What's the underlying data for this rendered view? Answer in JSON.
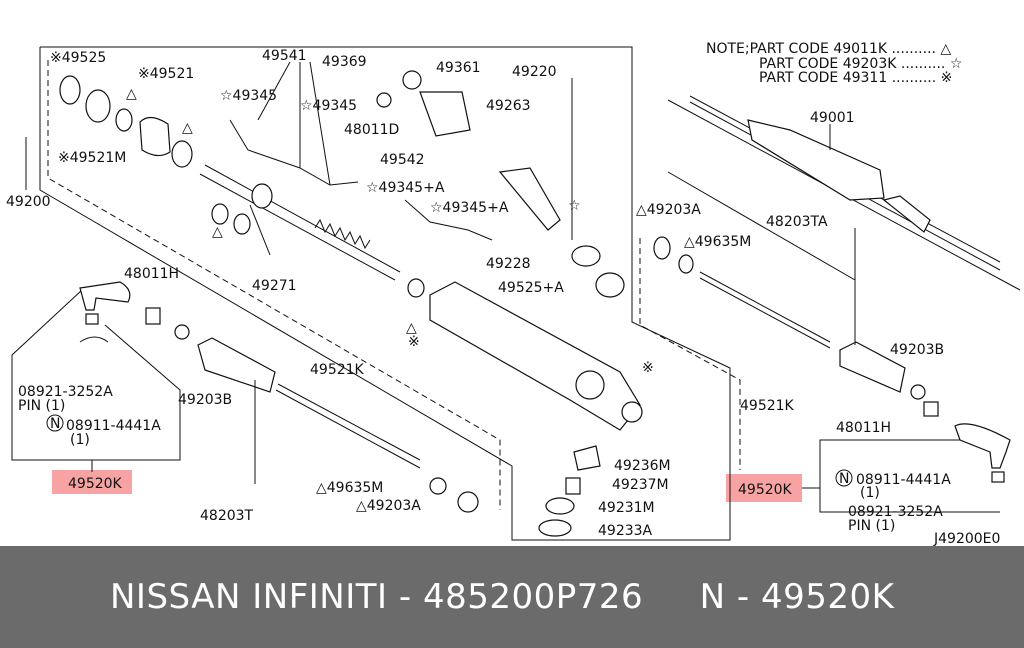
{
  "note": {
    "line1": "NOTE;PART CODE 49011K .......... △",
    "line2": "PART CODE 49203K .......... ☆",
    "line3": "PART CODE 49311 .......... ※"
  },
  "labels": {
    "l49525": "※49525",
    "l49521": "※49521",
    "l49521m": "※49521M",
    "l49200": "49200",
    "l49541": "49541",
    "l49345a": "☆49345",
    "l49345b": "☆49345",
    "l49369": "49369",
    "l48011d": "48011D",
    "l49361": "49361",
    "l49220": "49220",
    "l49263": "49263",
    "l49542": "49542",
    "l49345pa1": "☆49345+A",
    "l49345pa2": "☆49345+A",
    "l49228": "49228",
    "l49525pa": "49525+A",
    "l49271": "49271",
    "l48011h_l": "48011H",
    "l08921_l": "08921-3252A",
    "lpin_l": "PIN (1)",
    "l08911_l": "08911-4441A",
    "lqty_l": "(1)",
    "l49520k_l": "49520K",
    "l49203b_l": "49203B",
    "l49521k_l": "49521K",
    "l49635m_l": "△49635M",
    "l49203a_l": "△49203A",
    "l48203t": "48203T",
    "l49236m": "49236M",
    "l49237m": "49237M",
    "l49231m": "49231M",
    "l49233a": "49233A",
    "l49001": "49001",
    "l49203a_r": "△49203A",
    "l48203ta": "48203TA",
    "l49635m_r": "△49635M",
    "l49203b_r": "49203B",
    "l49521k_r": "49521K",
    "l48011h_r": "48011H",
    "l49520k_r": "49520K",
    "l08911_r": "08911-4441A",
    "lqty_r": "(1)",
    "l08921_r": "08921-3252A",
    "lpin_r": "PIN (1)",
    "ref": "J49200E0",
    "star": "※",
    "tri": "△",
    "tri2": "△",
    "tri3": "△",
    "tri4": "△",
    "ast2": "※",
    "star2": "☆",
    "n1": "N",
    "n2": "N"
  },
  "highlight_color": "#f7a3a3",
  "footer_text": "NISSAN INFINITI - 485200P726     N - 49520K"
}
